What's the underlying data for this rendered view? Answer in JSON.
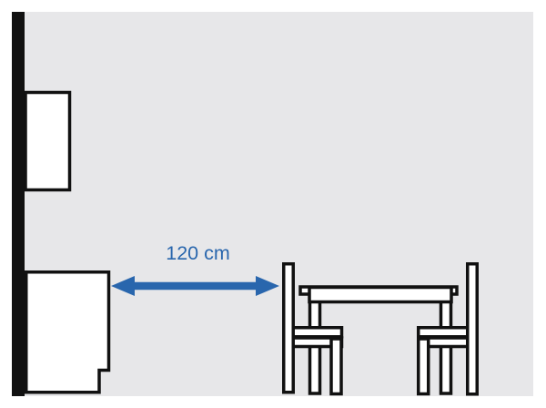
{
  "diagram": {
    "kind": "room-clearance-diagram",
    "dimension": {
      "label": "120 cm"
    },
    "objects": [
      {
        "name": "wall"
      },
      {
        "name": "wall-cabinet"
      },
      {
        "name": "kitchen-counter"
      },
      {
        "name": "dimension-arrow"
      },
      {
        "name": "dining-table"
      },
      {
        "name": "dining-chair-left"
      },
      {
        "name": "dining-chair-right"
      }
    ]
  },
  "colors": {
    "page": "#ffffff",
    "room": "#e7e7e9",
    "ink": "#111111",
    "fill": "#ffffff",
    "accent": "#2966ad"
  }
}
